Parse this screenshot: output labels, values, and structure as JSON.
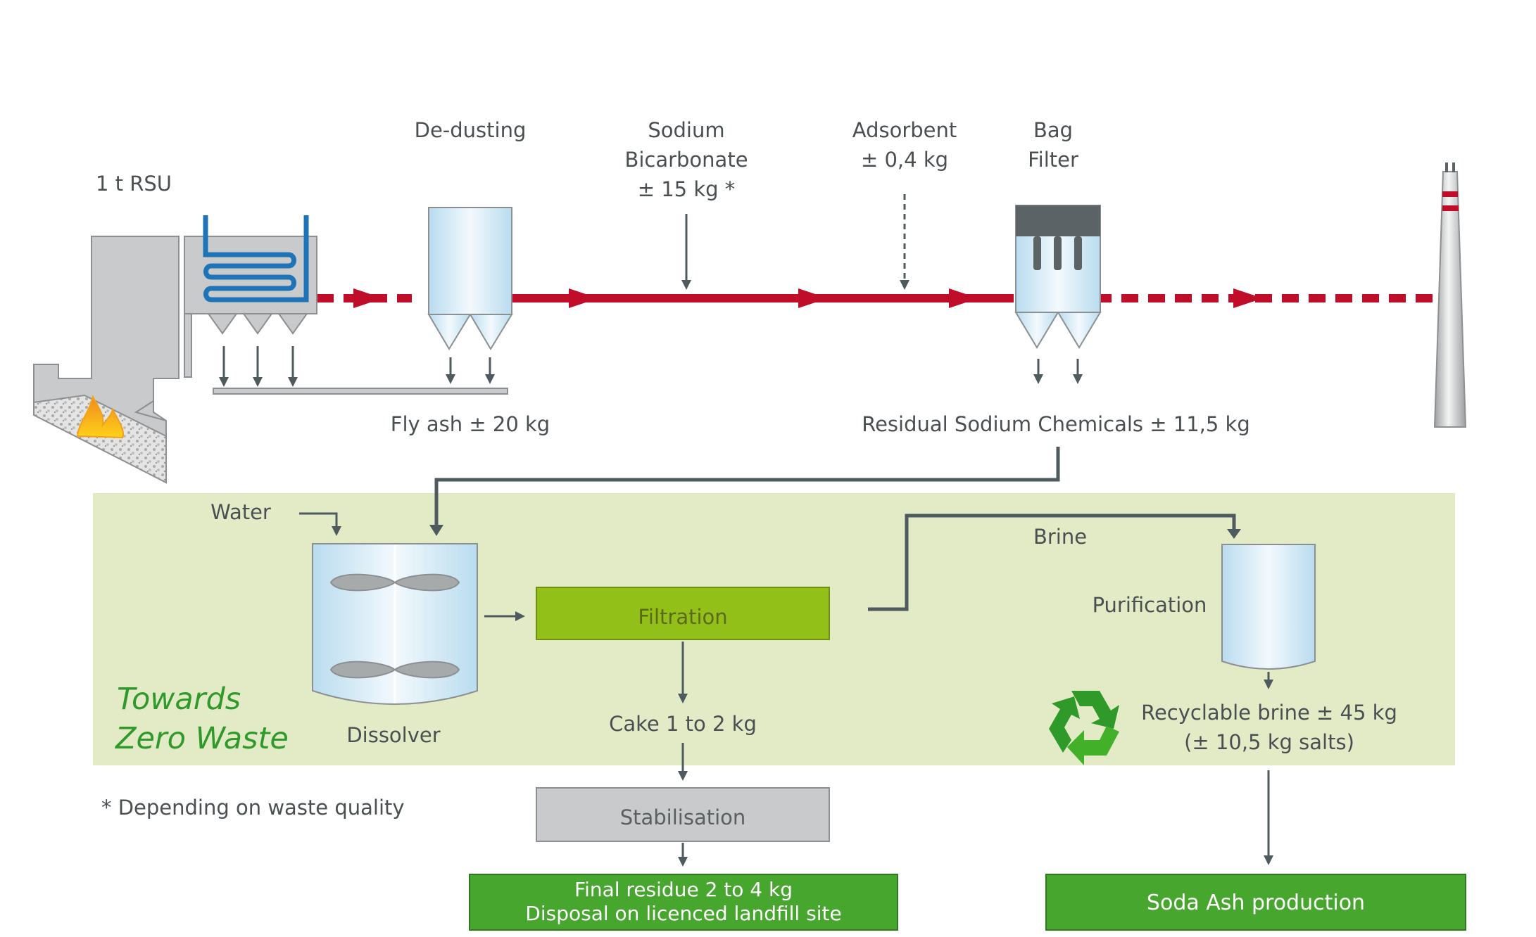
{
  "labels": {
    "rsu": "1 t RSU",
    "dedusting": "De-dusting",
    "sodium_line1": "Sodium",
    "sodium_line2": "Bicarbonate",
    "sodium_line3": "± 15 kg *",
    "adsorbent_line1": "Adsorbent",
    "adsorbent_line2": "± 0,4 kg",
    "bag_line1": "Bag",
    "bag_line2": "Filter",
    "fly_ash": "Fly ash ± 20 kg",
    "residual": "Residual Sodium Chemicals  ± 11,5 kg",
    "water": "Water",
    "dissolver": "Dissolver",
    "filtration": "Filtration",
    "brine": "Brine",
    "purification": "Purification",
    "cake": "Cake 1 to 2 kg",
    "recyclable_line1": "Recyclable brine ± 45 kg",
    "recyclable_line2": "(± 10,5 kg salts)",
    "towards_line1": "Towards",
    "towards_line2": "Zero Waste",
    "footnote": "* Depending on waste quality",
    "stabilisation": "Stabilisation",
    "final_line1": "Final residue 2 to 4 kg",
    "final_line2": "Disposal on licenced landfill site",
    "soda": "Soda Ash production"
  },
  "colors": {
    "flue_gas": "#c00d2a",
    "arrow_gray": "#4f5a5e",
    "panel_green": "#e3ebc6",
    "filtration_green": "#93bf19",
    "result_green": "#46a62e",
    "title_green": "#2f9a2a",
    "stab_gray": "#c9cacb",
    "coil_blue": "#1f74b8",
    "text_gray": "#4a4f52"
  }
}
